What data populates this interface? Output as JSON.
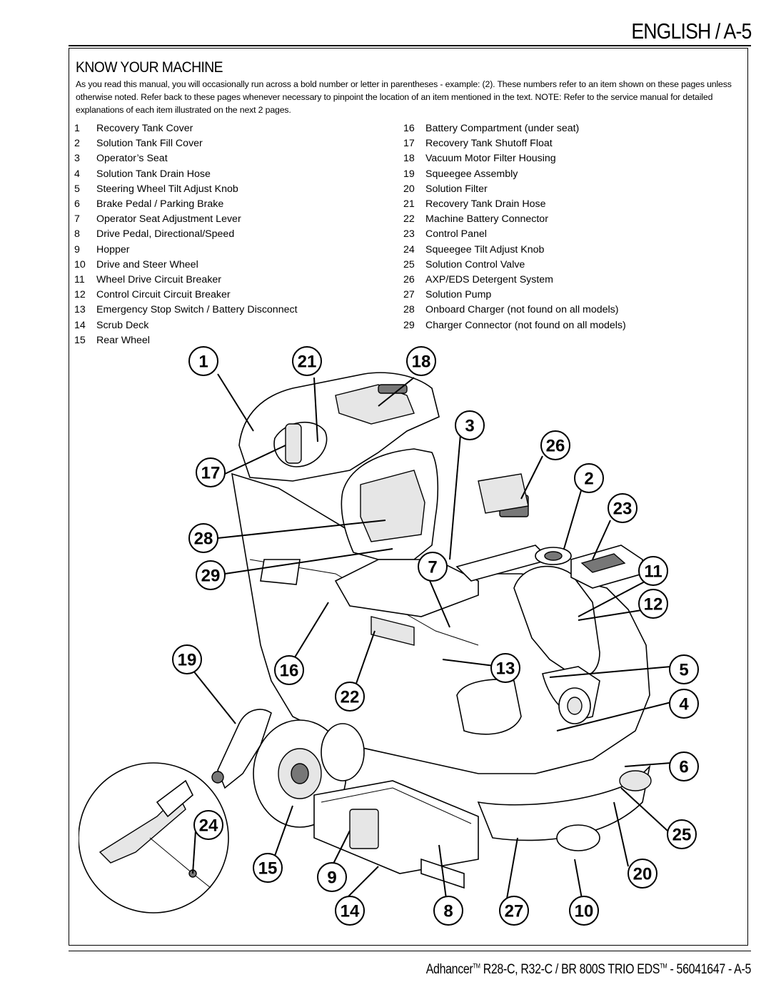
{
  "header": {
    "title": "ENGLISH / A-5"
  },
  "section": {
    "title": "KNOW YOUR MACHINE",
    "intro": "As you read this manual, you will occasionally run across a bold number or letter in parentheses - example: (2). These numbers refer to an item shown on these pages unless otherwise noted. Refer back to these pages whenever necessary to pinpoint the location of an item mentioned in the text. NOTE: Refer to the service manual for detailed explanations of each item illustrated on the next 2 pages."
  },
  "parts_left": [
    {
      "num": "1",
      "label": "Recovery Tank Cover"
    },
    {
      "num": "2",
      "label": "Solution Tank Fill Cover"
    },
    {
      "num": "3",
      "label": "Operator’s Seat"
    },
    {
      "num": "4",
      "label": "Solution Tank Drain Hose"
    },
    {
      "num": "5",
      "label": "Steering Wheel Tilt Adjust Knob"
    },
    {
      "num": "6",
      "label": "Brake Pedal / Parking Brake"
    },
    {
      "num": "7",
      "label": "Operator Seat Adjustment Lever"
    },
    {
      "num": "8",
      "label": "Drive Pedal, Directional/Speed"
    },
    {
      "num": "9",
      "label": "Hopper"
    },
    {
      "num": "10",
      "label": "Drive and Steer Wheel"
    },
    {
      "num": "11",
      "label": "Wheel Drive Circuit Breaker"
    },
    {
      "num": "12",
      "label": "Control Circuit Circuit Breaker"
    },
    {
      "num": "13",
      "label": "Emergency Stop Switch / Battery Disconnect"
    },
    {
      "num": "14",
      "label": "Scrub Deck"
    },
    {
      "num": "15",
      "label": "Rear Wheel"
    }
  ],
  "parts_right": [
    {
      "num": "16",
      "label": "Battery Compartment (under seat)"
    },
    {
      "num": "17",
      "label": "Recovery Tank Shutoff Float"
    },
    {
      "num": "18",
      "label": "Vacuum Motor Filter Housing"
    },
    {
      "num": "19",
      "label": "Squeegee Assembly"
    },
    {
      "num": "20",
      "label": "Solution Filter"
    },
    {
      "num": "21",
      "label": "Recovery Tank Drain Hose"
    },
    {
      "num": "22",
      "label": "Machine Battery Connector"
    },
    {
      "num": "23",
      "label": "Control Panel"
    },
    {
      "num": "24",
      "label": "Squeegee Tilt Adjust Knob"
    },
    {
      "num": "25",
      "label": "Solution Control Valve"
    },
    {
      "num": "26",
      "label": "AXP/EDS Detergent System"
    },
    {
      "num": "27",
      "label": "Solution Pump"
    },
    {
      "num": "28",
      "label": "Onboard Charger (not found on all models)"
    },
    {
      "num": "29",
      "label": "Charger Connector (not found on all models)"
    }
  ],
  "callouts": [
    "1",
    "21",
    "18",
    "3",
    "26",
    "17",
    "2",
    "23",
    "28",
    "29",
    "7",
    "11",
    "12",
    "19",
    "16",
    "13",
    "5",
    "22",
    "4",
    "6",
    "24",
    "25",
    "15",
    "9",
    "20",
    "14",
    "8",
    "27",
    "10"
  ],
  "footer": {
    "product": "Adhancer",
    "tm": "TM",
    "models": " R28-C, R32-C / BR 800S TRIO EDS",
    "doc": " - 56041647 - A-5"
  }
}
